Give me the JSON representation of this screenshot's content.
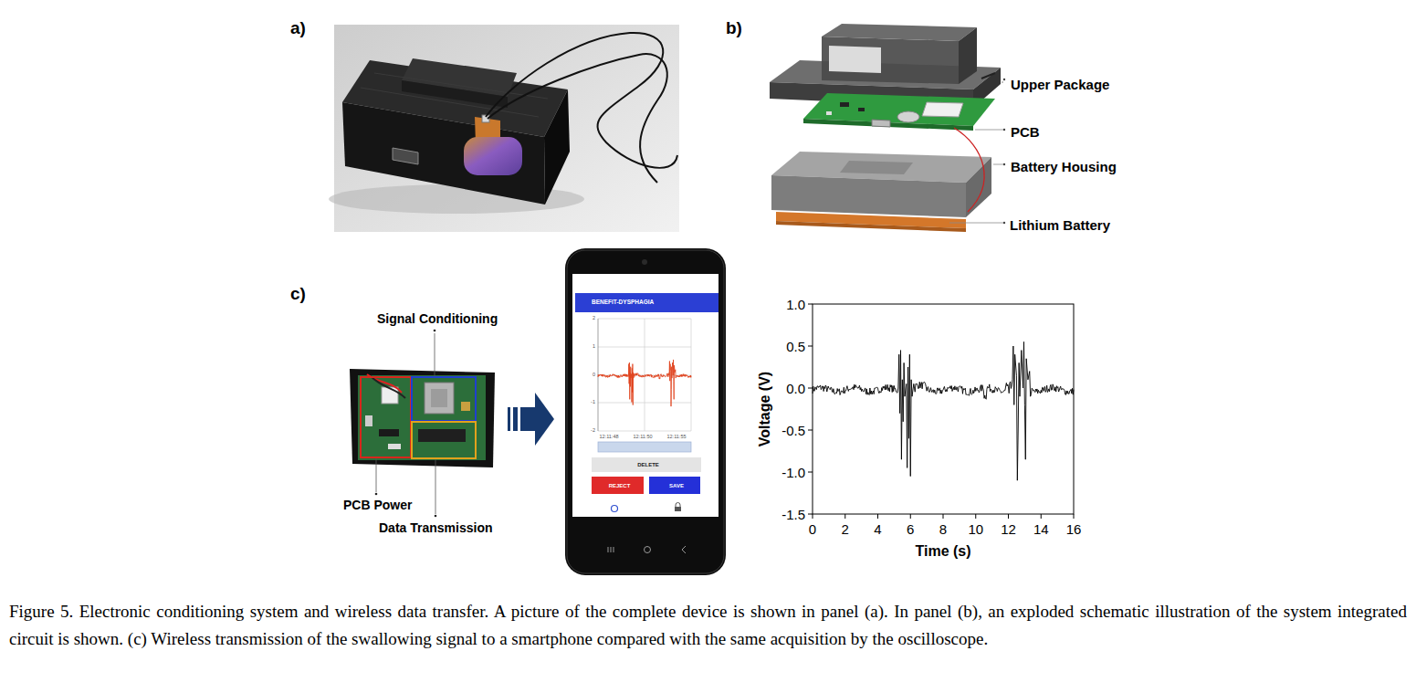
{
  "diagram": {
    "caption": "Figure 5. Electronic conditioning system and wireless data transfer. A picture of the complete device is shown in panel (a). In panel (b), an exploded schematic illustration of the system integrated circuit is shown. (c) Wireless transmission of the swallowing signal to a smartphone compared with the same acquisition by the oscilloscope.",
    "nodes": [
      {
        "text": [
          "BENEFIT-DYSPHAGIA"
        ]
      },
      {
        "text": [
          "DELETE"
        ]
      },
      {
        "text": [
          "REJECT"
        ]
      },
      {
        "text": [
          "SAVE"
        ]
      }
    ],
    "labels": [
      "a)",
      "b)",
      "c)",
      "Upper Package",
      "PCB",
      "Battery Housing",
      "Lithium Battery",
      "Signal Conditioning",
      "PCB Power",
      "Data Transmission",
      "2",
      "1",
      "0",
      "-1",
      "-2",
      "12:11:48",
      "12:11:50",
      "12:11:55",
      "1.0",
      "0.5",
      "0.0",
      "-0.5",
      "-1.0",
      "-1.5",
      "0",
      "2",
      "4",
      "6",
      "8",
      "10",
      "12",
      "14",
      "16",
      "Voltage (V)",
      "Time (s)"
    ]
  }
}
